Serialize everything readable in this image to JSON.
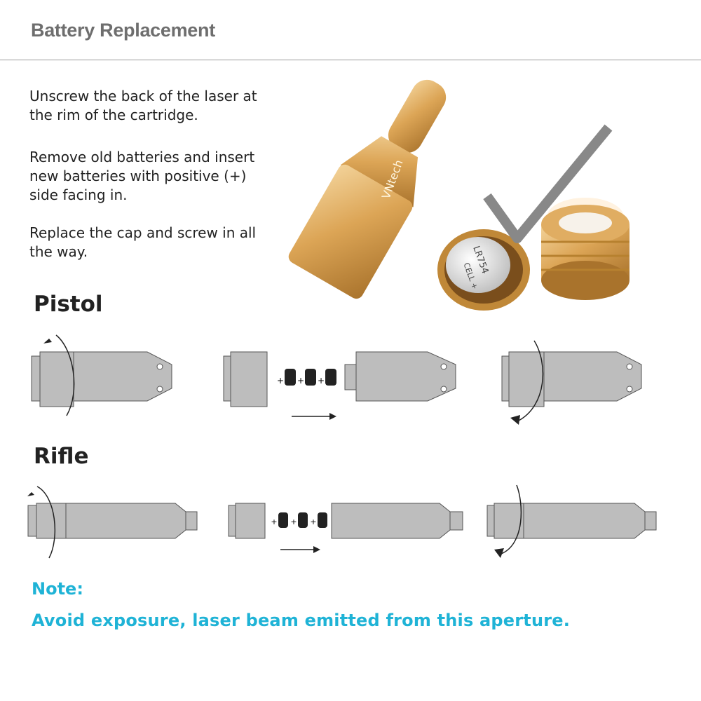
{
  "header": {
    "title": "Battery Replacement"
  },
  "instructions": [
    {
      "line1": "Unscrew the back of the laser at",
      "line2": "the rim of the cartridge."
    },
    {
      "line1": "Remove old batteries and insert",
      "line2": "new batteries with positive (+)",
      "line3": "side facing in."
    },
    {
      "line1": "Replace the cap and screw in all",
      "line2": "the way."
    }
  ],
  "sections": [
    {
      "label": "Pistol"
    },
    {
      "label": "Rifle"
    }
  ],
  "photo": {
    "brand_text": "VNtech",
    "battery_text": "LR754",
    "battery_subtext": "CELL +"
  },
  "diagram": {
    "plus_sign": "+"
  },
  "note": {
    "label": "Note:",
    "text": "Avoid exposure, laser beam emitted from this aperture."
  },
  "colors": {
    "title": "#6e6e6e",
    "note": "#1fb3d6",
    "brass": "#d9a04a",
    "diagram_gray": "#bdbdbd",
    "checkmark": "#888888"
  },
  "icons": [
    "checkmark-icon",
    "rotate-arrow-icon",
    "right-arrow-icon",
    "battery-icon"
  ]
}
